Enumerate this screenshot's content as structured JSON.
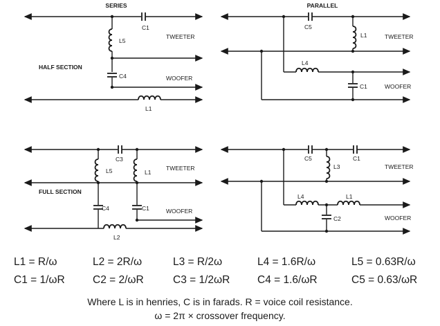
{
  "headers": {
    "series": "SERIES",
    "parallel": "PARALLEL"
  },
  "side_labels": {
    "half_section": "HALF SECTION",
    "full_section": "FULL SECTION"
  },
  "outputs": {
    "tweeter": "TWEETER",
    "woofer": "WOOFER"
  },
  "components": {
    "L1": "L1",
    "L2": "L2",
    "L3": "L3",
    "L4": "L4",
    "L5": "L5",
    "C1": "C1",
    "C3": "C3",
    "C4": "C4",
    "C5": "C5"
  },
  "formulas": {
    "row1": [
      "L1 = R/ω",
      "L2 = 2R/ω",
      "L3 = R/2ω",
      "L4 = 1.6R/ω",
      "L5 = 0.63R/ω"
    ],
    "row2": [
      "C1 = 1/ωR",
      "C2 = 2/ωR",
      "C3 = 1/2ωR",
      "C4 = 1.6/ωR",
      "C5 = 0.63/ωR"
    ]
  },
  "notes": {
    "units": "Where L is in henries, C is in farads. R = voice coil resistance.",
    "omega": "ω = 2π × crossover frequency."
  }
}
